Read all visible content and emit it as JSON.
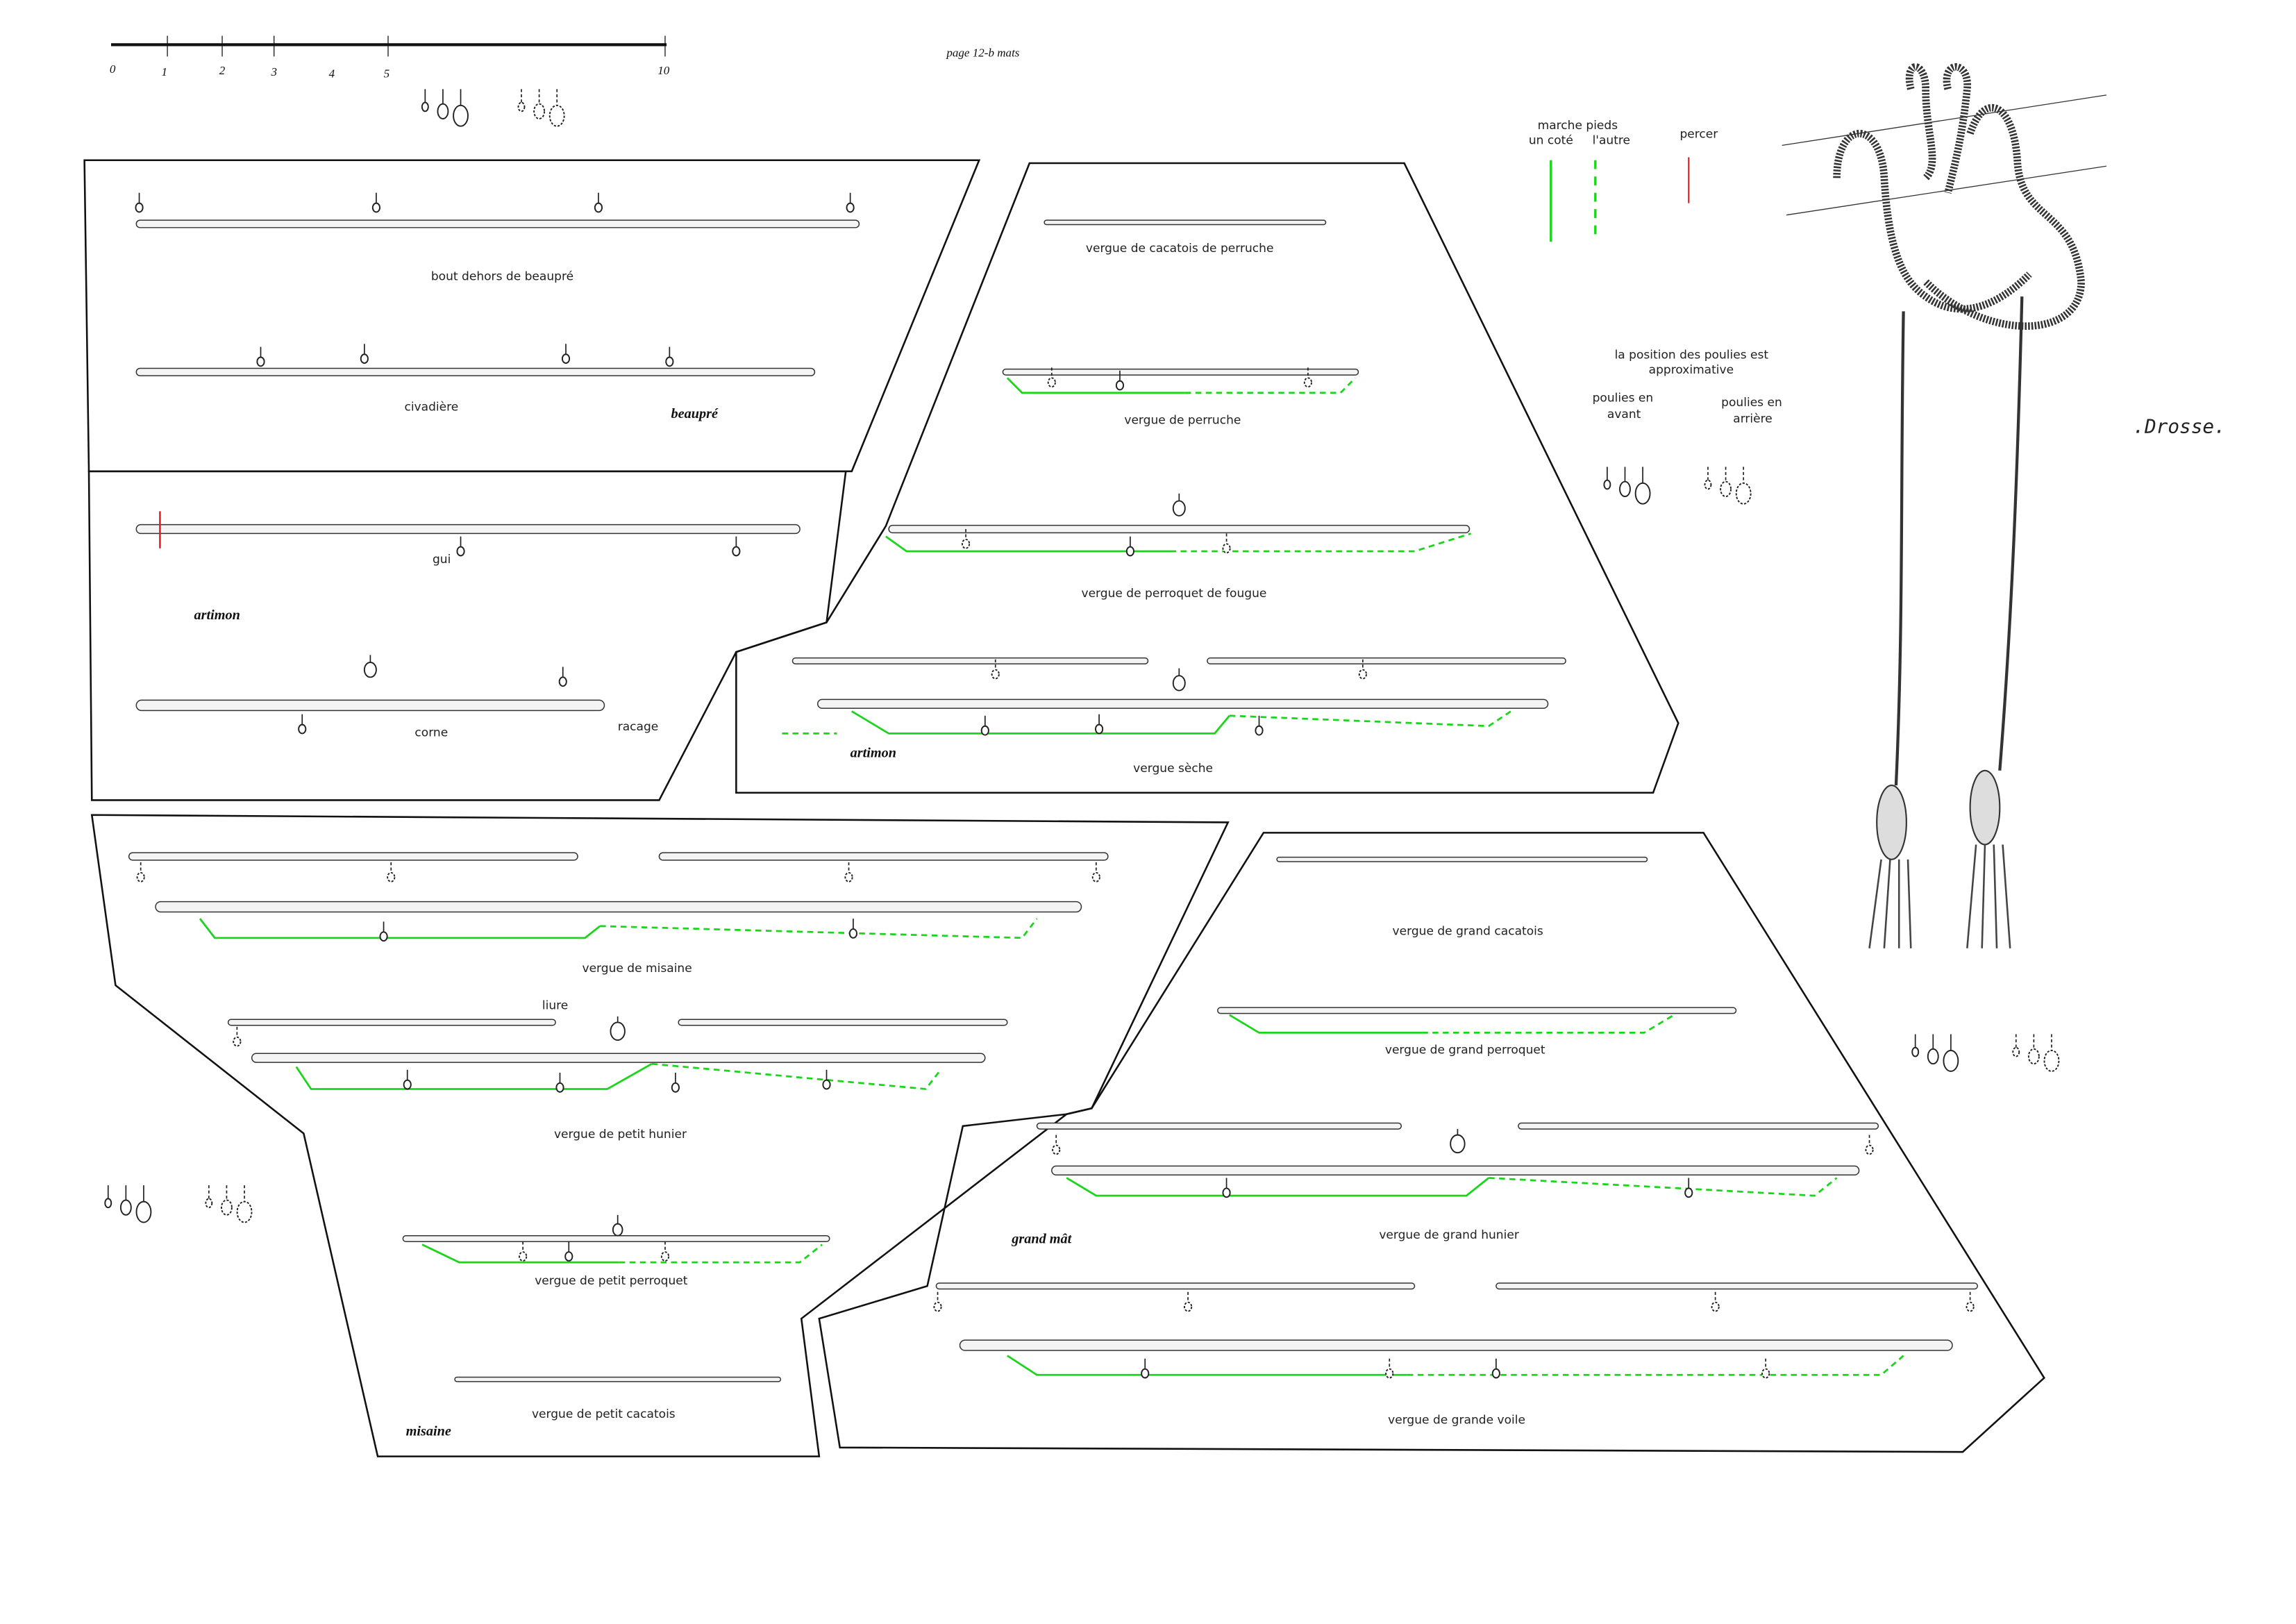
{
  "header": {
    "title": "page 12-b mats"
  },
  "scale": {
    "ticks": [
      "0",
      "1",
      "2",
      "3",
      "4",
      "5",
      "10"
    ]
  },
  "legend": {
    "marche_pieds": "marche pieds",
    "un_cote": "un coté",
    "l_autre": "l'autre",
    "percer": "percer",
    "note_line1": "la position des poulies est",
    "note_line2": "approximative",
    "avant_line1": "poulies en",
    "avant_line2": "avant",
    "arriere_line1": "poulies en",
    "arriere_line2": "arrière",
    "drosse": ".Drosse.",
    "colors": {
      "solid": "#1ad61a",
      "percer": "#e02020"
    }
  },
  "beaupre": {
    "section": "beaupré",
    "bout_dehors": "bout dehors de beaupré",
    "civadiere": "civadière"
  },
  "artimon": {
    "section": "artimon",
    "gui": "gui",
    "corne": "corne",
    "racage": "racage",
    "cacatois_perruche": "vergue de cacatois de perruche",
    "perruche": "vergue de perruche",
    "perroquet_fougue": "vergue de perroquet de fougue",
    "section2": "artimon",
    "seche": "vergue sèche"
  },
  "misaine": {
    "section": "misaine",
    "vergue_misaine": "vergue de misaine",
    "liure": "liure",
    "petit_hunier": "vergue de petit hunier",
    "petit_perroquet": "vergue de petit perroquet",
    "petit_cacatois": "vergue de petit cacatois"
  },
  "grand_mat": {
    "section": "grand mât",
    "grand_cacatois": "vergue de grand cacatois",
    "grand_perroquet": "vergue de grand perroquet",
    "grand_hunier": "vergue de grand hunier",
    "grande_voile": "vergue de grande voile"
  }
}
